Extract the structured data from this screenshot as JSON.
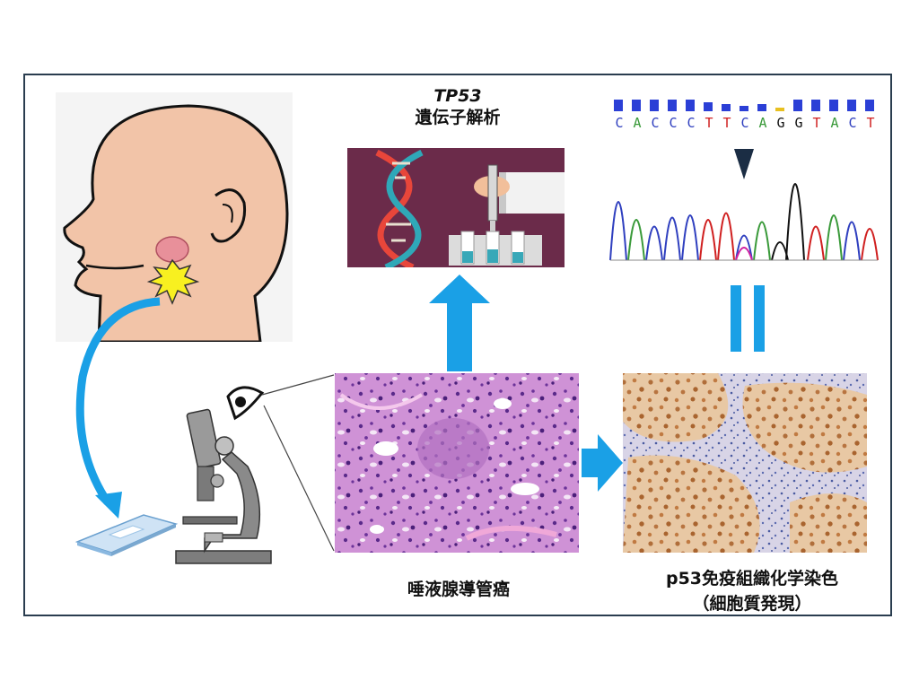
{
  "tp53_label": {
    "gene": "TP53",
    "analysis": "遺伝子解析"
  },
  "sequence": {
    "bases": [
      "C",
      "A",
      "C",
      "C",
      "C",
      "T",
      "T",
      "C",
      "A",
      "G",
      "G",
      "T",
      "A",
      "C",
      "T"
    ],
    "colors": {
      "A": "#3a9a3a",
      "C": "#2f3fbf",
      "G": "#111111",
      "T": "#d02020"
    },
    "quality_bar_color": "#2b3fd6",
    "quality_bar_low_color": "#e8c020"
  },
  "salivary_label": "唾液腺導管癌",
  "ihc_label": {
    "line1": "p53免疫組織化学染色",
    "line2": "（細胞質発現）"
  },
  "colors": {
    "arrow": "#1aa0e6",
    "frame_border": "#2a3d4f",
    "skin": "#f2c4a8",
    "he_stain_bg": "#c88ad0",
    "ihc_bg": "#e8c9a6",
    "dna_panel_bg": "#6b2b4a"
  }
}
